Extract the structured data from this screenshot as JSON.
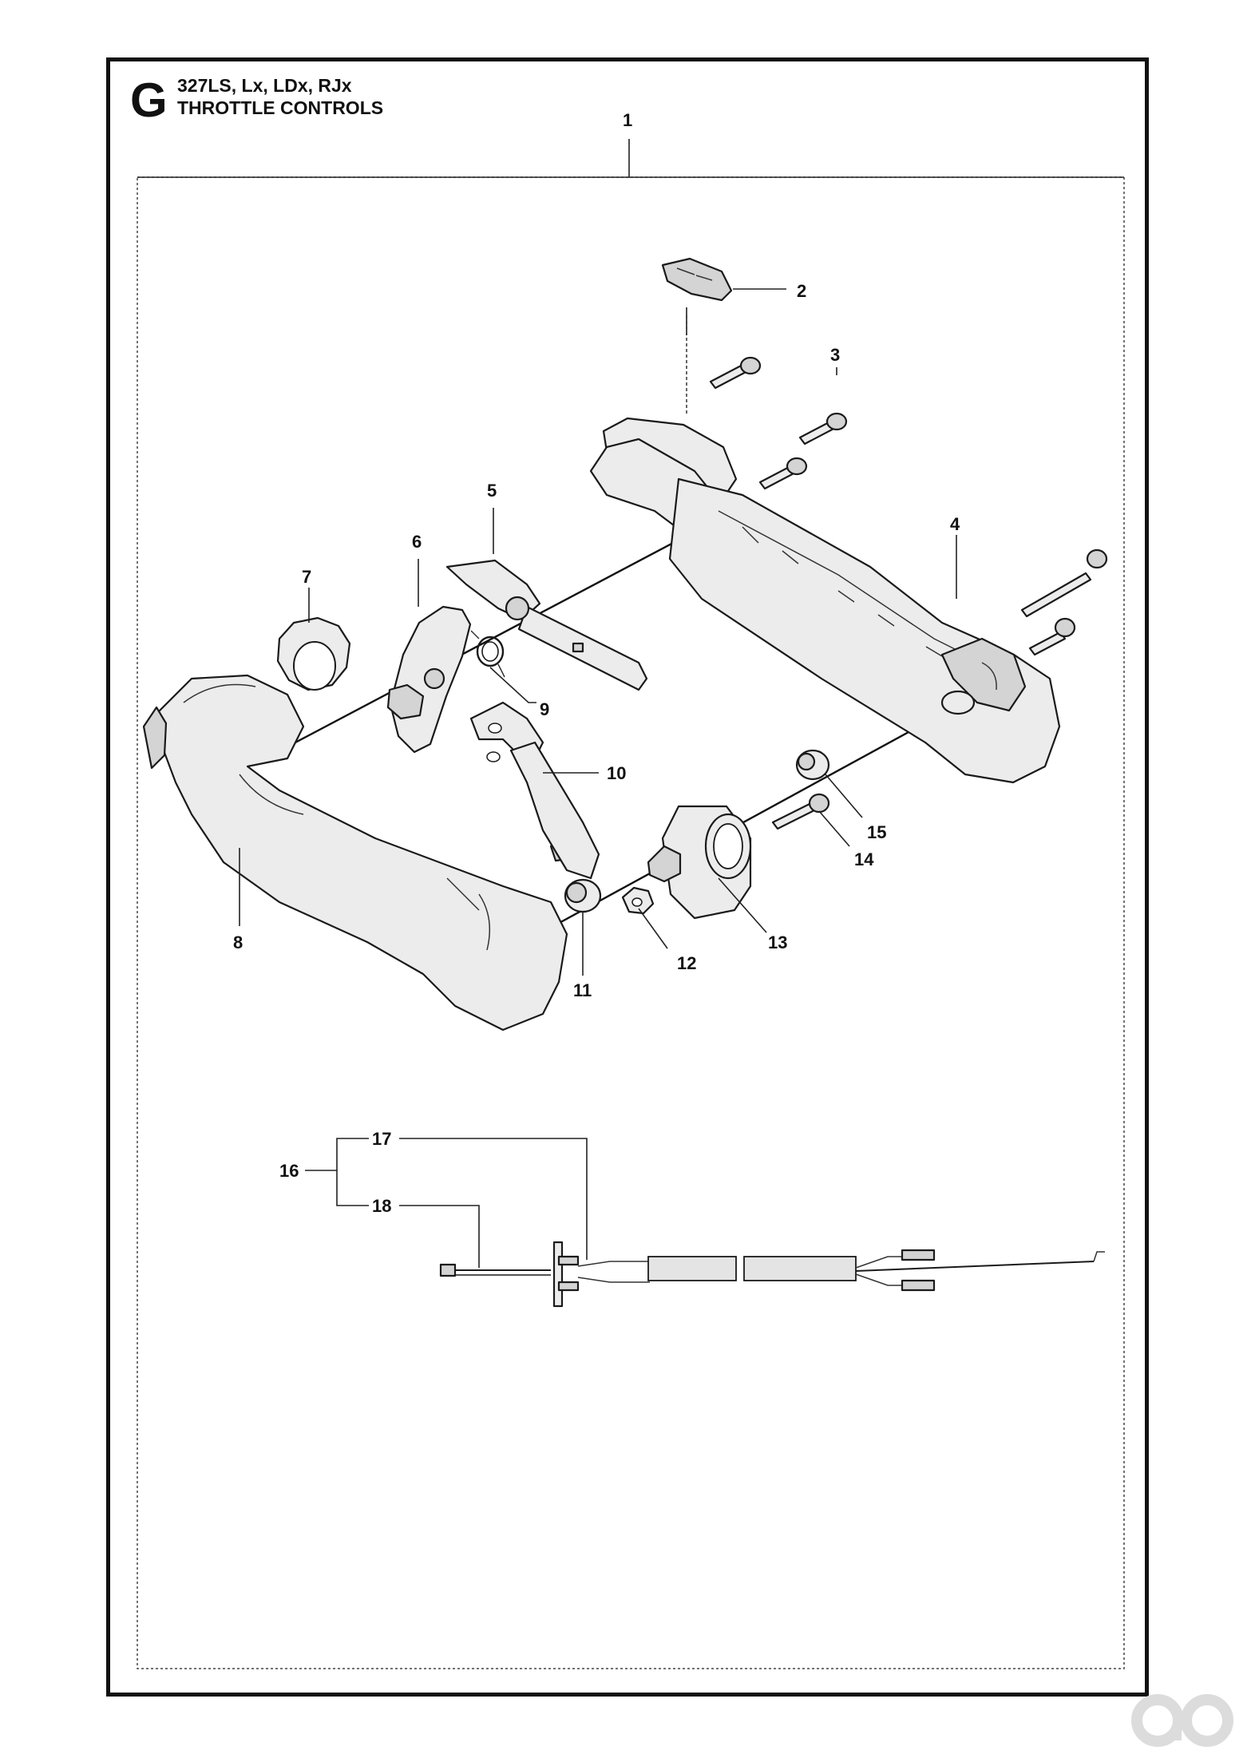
{
  "header": {
    "section_letter": "G",
    "model_line": "327LS, Lx, LDx, RJx",
    "section_title": "THROTTLE CONTROLS"
  },
  "callouts": [
    "1",
    "2",
    "3",
    "4",
    "5",
    "6",
    "7",
    "8",
    "9",
    "10",
    "11",
    "12",
    "13",
    "14",
    "15",
    "16",
    "17",
    "18"
  ],
  "watermark": {
    "name": "logo-watermark"
  }
}
